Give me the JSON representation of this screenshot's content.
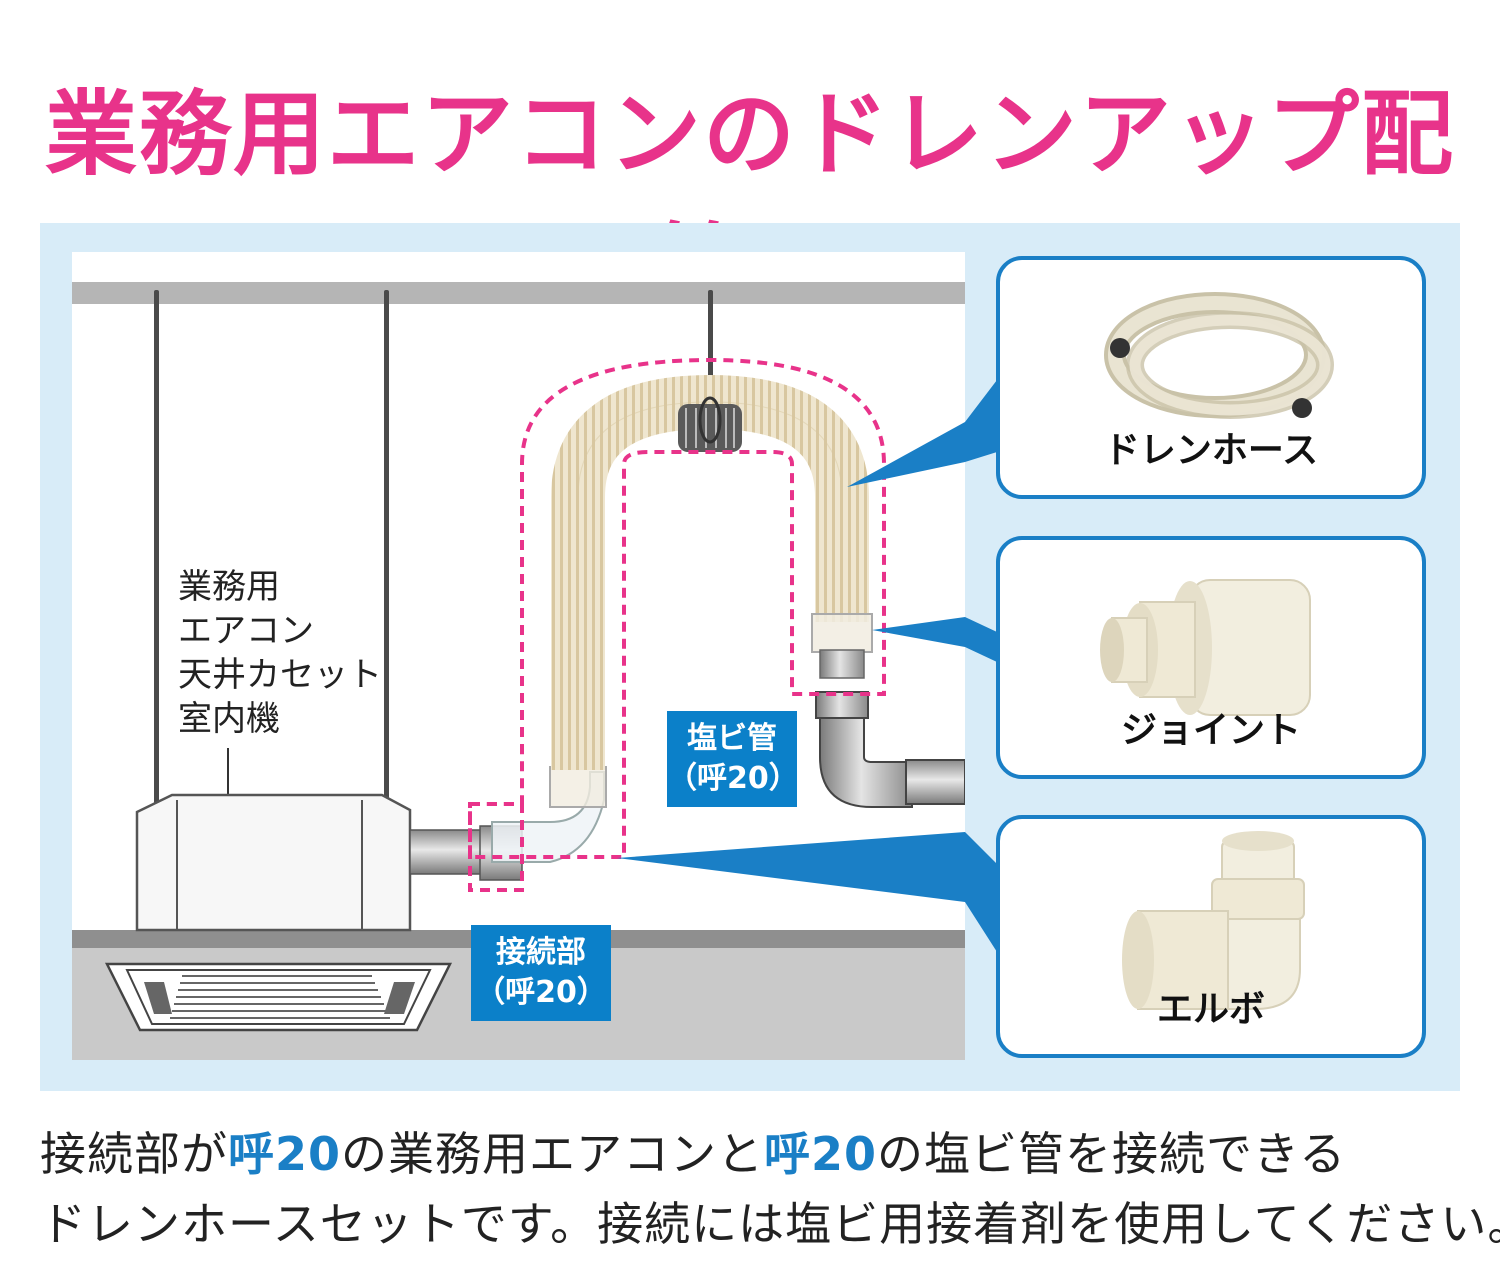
{
  "title": "業務用エアコンのドレンアップ配管に",
  "unit_label": [
    "業務用",
    "エアコン",
    "天井カセット",
    "室内機"
  ],
  "tags": {
    "pvc": {
      "line1": "塩ビ管",
      "line2": "（呼20）"
    },
    "connection": {
      "line1": "接続部",
      "line2": "（呼20）"
    }
  },
  "products": [
    {
      "label": "ドレンホース",
      "icon": "coiled-hose-icon"
    },
    {
      "label": "ジョイント",
      "icon": "joint-fitting-icon"
    },
    {
      "label": "エルボ",
      "icon": "elbow-fitting-icon"
    }
  ],
  "description": {
    "line1": {
      "a": "接続部が",
      "b": "呼20",
      "c": "の業務用エアコンと",
      "d": "呼20",
      "e": "の塩ビ管を接続できる"
    },
    "line2": "ドレンホースセットです。接続には塩ビ用接着剤を使用してください。"
  },
  "colors": {
    "title": "#e8338a",
    "accent_blue": "#1a7fc6",
    "tag_blue": "#0b80c9",
    "panel_bg": "#d8ecf8",
    "dashed_outline": "#e8338a"
  }
}
